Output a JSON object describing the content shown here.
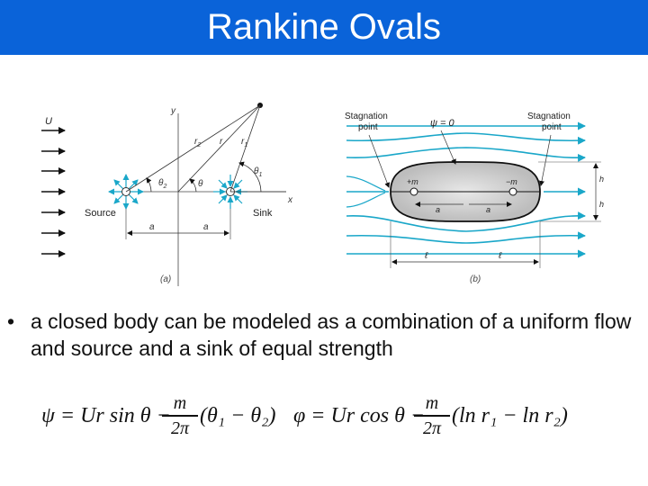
{
  "header": {
    "title": "Rankine Ovals"
  },
  "figure_a": {
    "label": "(a)",
    "U": "U",
    "y": "y",
    "x": "x",
    "r": "r",
    "r1": "r",
    "r2": "r",
    "r1_sub": "1",
    "r2_sub": "2",
    "theta": "θ",
    "theta1": "θ",
    "theta2": "θ",
    "theta1_sub": "1",
    "theta2_sub": "2",
    "source": "Source",
    "sink": "Sink",
    "a_left": "a",
    "a_right": "a"
  },
  "figure_b": {
    "label": "(b)",
    "stagnation_left_1": "Stagnation",
    "stagnation_left_2": "point",
    "stagnation_right_1": "Stagnation",
    "stagnation_right_2": "point",
    "psi_zero": "ψ = 0",
    "plus_m": "+m",
    "minus_m": "−m",
    "a_left": "a",
    "a_right": "a",
    "h_top": "h",
    "h_bottom": "h",
    "l_left": "ℓ",
    "l_right": "ℓ"
  },
  "bullets": [
    {
      "dot": "•",
      "text": "a closed body can be modeled as a combination of a uniform flow and  source and a sink of equal strength"
    }
  ],
  "equations": {
    "psi_lhs": "ψ = Ur sin θ −",
    "psi_num": "m",
    "psi_den": "2π",
    "psi_rhs": "(θ₁ − θ₂)",
    "phi_lhs": "φ = Ur cos θ −",
    "phi_num": "m",
    "phi_den": "2π",
    "phi_rhs": "(ln r₁ − ln r₂)"
  }
}
